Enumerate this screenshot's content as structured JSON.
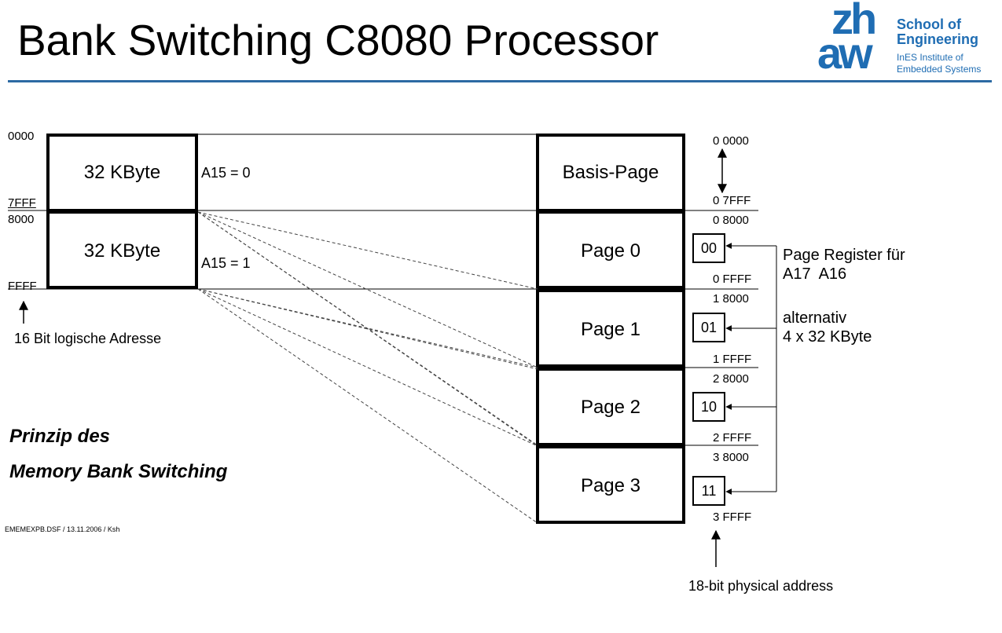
{
  "title": "Bank Switching C8080 Processor",
  "logo": {
    "mark_top": "zh",
    "mark_bottom": "aw",
    "line1": "School of",
    "line2": "Engineering",
    "line3": "InES Institute of",
    "line4": "Embedded Systems",
    "color": "#1f6db3"
  },
  "logical": {
    "addresses": [
      "0000",
      "7FFF",
      "8000",
      "FFFF"
    ],
    "blocks": [
      {
        "label": "32 KByte",
        "condition": "A15 = 0"
      },
      {
        "label": "32 KByte",
        "condition": "A15 = 1"
      }
    ],
    "caption": "16 Bit logische Adresse"
  },
  "physical": {
    "pages": [
      {
        "label": "Basis-Page",
        "start": "0 0000",
        "end": "0 7FFF"
      },
      {
        "label": "Page 0",
        "start": "0 8000",
        "end": "0 FFFF",
        "register": "00"
      },
      {
        "label": "Page 1",
        "start": "1 8000",
        "end": "1 FFFF",
        "register": "01"
      },
      {
        "label": "Page 2",
        "start": "2 8000",
        "end": "2 FFFF",
        "register": "10"
      },
      {
        "label": "Page 3",
        "start": "3 8000",
        "end": "3 FFFF",
        "register": "11"
      }
    ],
    "caption": "18-bit physical address"
  },
  "register_note": {
    "line1": "Page Register für",
    "line2": "A17  A16",
    "line3": "alternativ",
    "line4": "4 x 32 KByte"
  },
  "principle": {
    "line1": "Prinzip des",
    "line2": "Memory Bank Switching"
  },
  "footer": "EMEMEXPB.DSF / 13.11.2006 / Ksh"
}
